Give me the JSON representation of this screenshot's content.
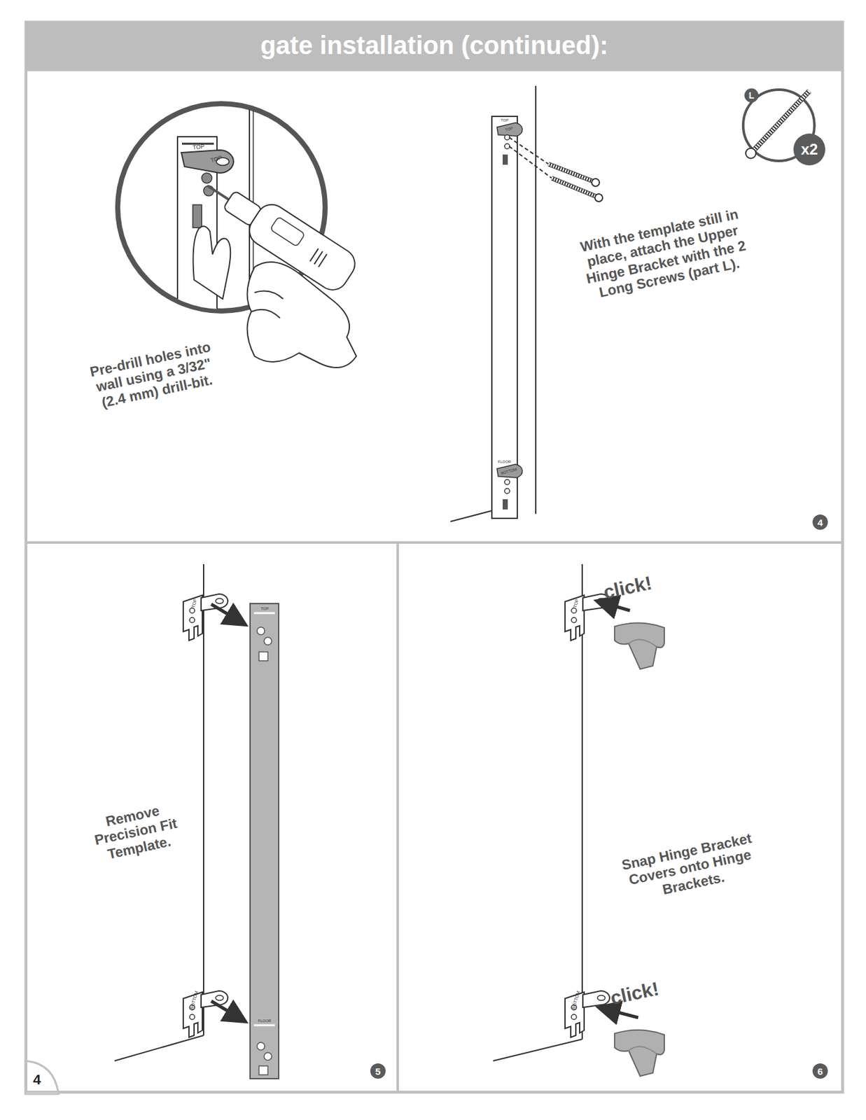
{
  "diagram": {
    "title": "gate installation (continued):",
    "nodes": [
      {
        "text": [
          "Pre-drill holes into wall using a 3/32\" (2.4 mm) drill-bit.",
          "With the template still in place, attach the Upper Hinge Bracket with the 2 Long Screws (part L)."
        ]
      },
      {
        "text": [
          "L"
        ],
        "in": 0
      },
      {
        "text": [
          "x2"
        ],
        "in": 0
      },
      {
        "text": [
          "4"
        ],
        "in": 0
      },
      {
        "text": [
          "Remove Precision Fit Template."
        ]
      },
      {
        "text": [
          "5"
        ],
        "in": 4
      },
      {
        "text": [
          "Snap Hinge Bracket Covers onto Hinge Brackets."
        ]
      },
      {
        "text": [
          "6"
        ],
        "in": 6
      }
    ],
    "labels": [
      "TOP",
      "TOP",
      "TOP",
      "TOP",
      "FLOOR",
      "BOTTOM",
      "TOP",
      "TOP",
      "BOTTOM",
      "FLOOR",
      "TOP",
      "BOTTOM",
      "click!",
      "click!",
      "4"
    ]
  }
}
